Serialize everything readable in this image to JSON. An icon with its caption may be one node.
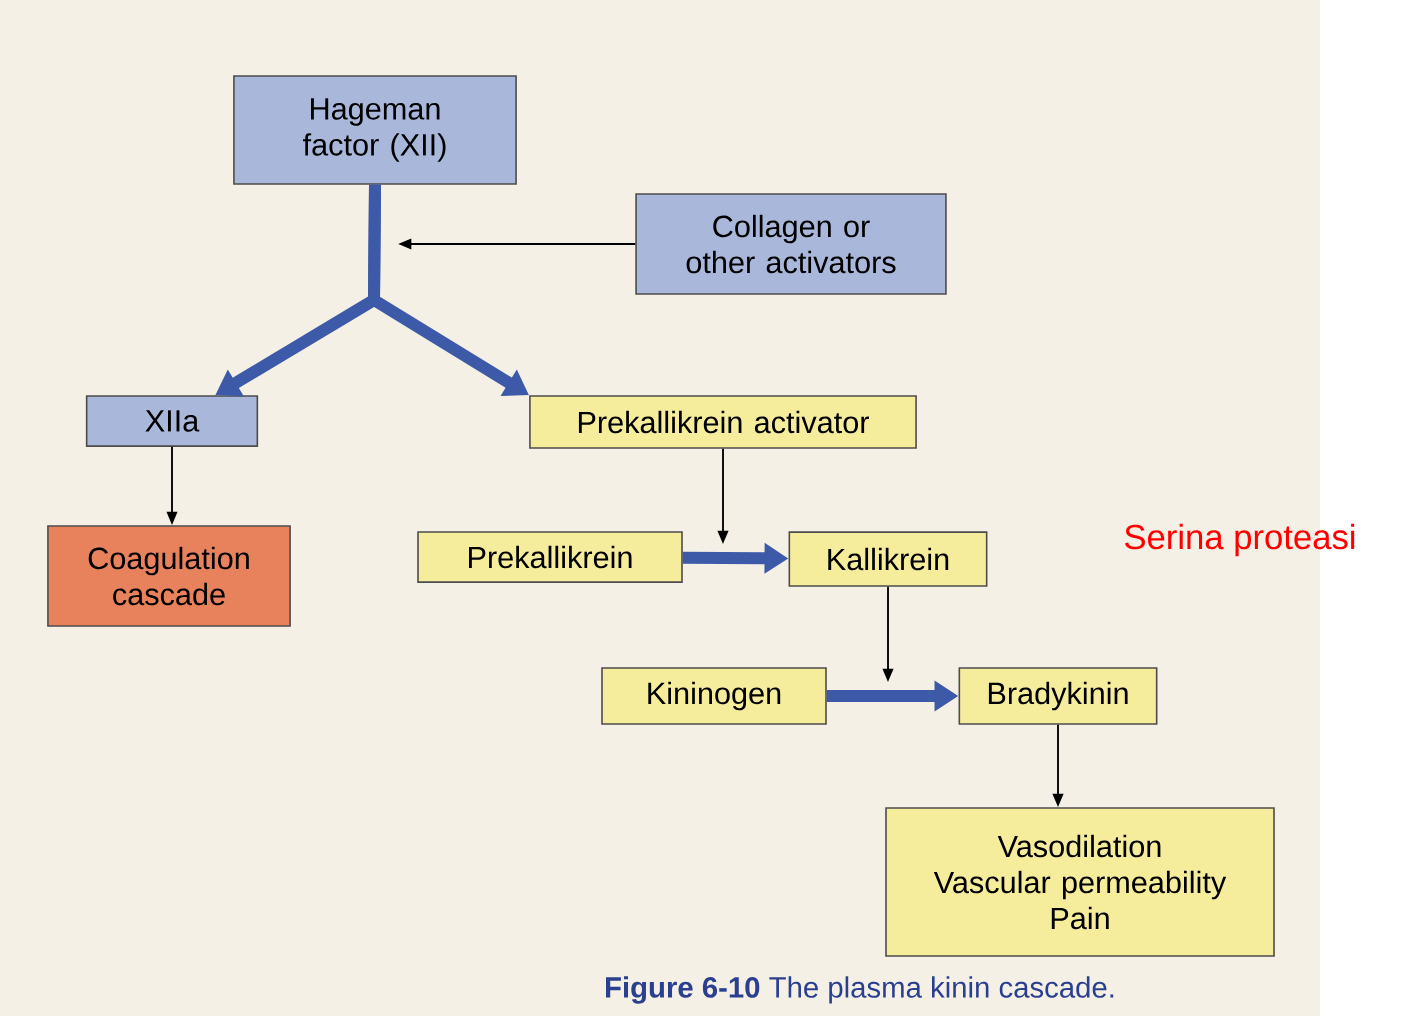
{
  "diagram": {
    "caption": "**Figure 6-10** The plasma kinin cascade.",
    "nodes": [
      {
        "text": [
          "Hageman factor (XII)"
        ]
      },
      {
        "text": [
          "Collagen or other activators"
        ]
      },
      {
        "text": [
          "XIIa"
        ]
      },
      {
        "text": [
          "Prekallikrein activator"
        ]
      },
      {
        "text": [
          "Coagulation cascade"
        ]
      },
      {
        "text": [
          "Prekallikrein"
        ]
      },
      {
        "text": [
          "Kallikrein"
        ]
      },
      {
        "text": [
          "Kininogen"
        ]
      },
      {
        "text": [
          "Bradykinin"
        ]
      },
      {
        "text": [
          "Vasodilation",
          "Vascular permeability",
          "Pain"
        ]
      }
    ],
    "edges": [
      {
        "from": 0,
        "to": 2,
        "arrow": "to",
        "style": "thick",
        "color": "#3d5aa8"
      },
      {
        "from": 0,
        "to": 3,
        "arrow": "to",
        "style": "thick",
        "color": "#3d5aa8"
      },
      {
        "from": 1,
        "to": null,
        "arrow": "to"
      },
      {
        "from": 2,
        "to": 4,
        "arrow": "to"
      },
      {
        "from": 3,
        "to": null,
        "arrow": "to"
      },
      {
        "from": 5,
        "to": 6,
        "arrow": "to",
        "style": "thick",
        "color": "#3d5aa8"
      },
      {
        "from": 6,
        "to": null,
        "arrow": "to"
      },
      {
        "from": 7,
        "to": 8,
        "arrow": "to",
        "style": "thick",
        "color": "#3d5aa8"
      },
      {
        "from": 8,
        "to": 9,
        "arrow": "to"
      }
    ],
    "labels": [
      "Serina proteasi"
    ]
  }
}
